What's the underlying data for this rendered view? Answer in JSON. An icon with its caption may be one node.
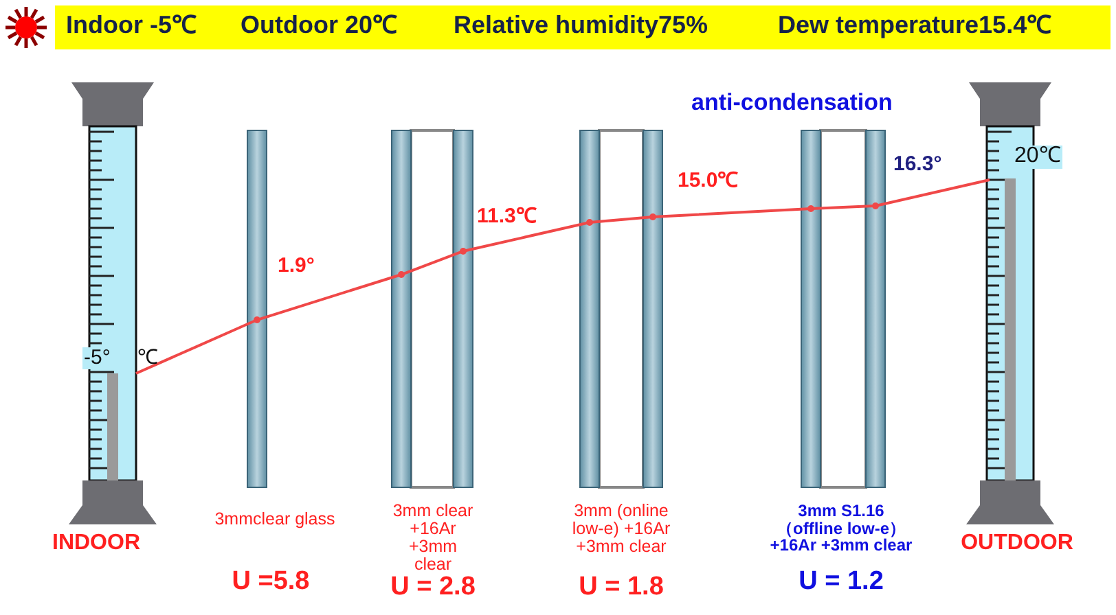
{
  "diagram": {
    "labels": [
      "Indoor -5℃",
      "Outdoor 20℃",
      "Relative humidity75%",
      "Dew temperature15.4℃",
      "anti-condensation",
      "20℃",
      "1.9°",
      "11.3℃",
      "15.0℃",
      "16.3°",
      "-5°",
      "℃",
      "3mmclear glass",
      "3mm clear +16Ar +3mm clear",
      "3mm (online low-e) +16Ar +3mm clear",
      "3mm S1.16 （offline low-e） +16Ar +3mm clear",
      "INDOOR",
      "OUTDOOR",
      "U =5.8",
      "U = 2.8",
      "U = 1.8",
      "U = 1.2"
    ]
  }
}
